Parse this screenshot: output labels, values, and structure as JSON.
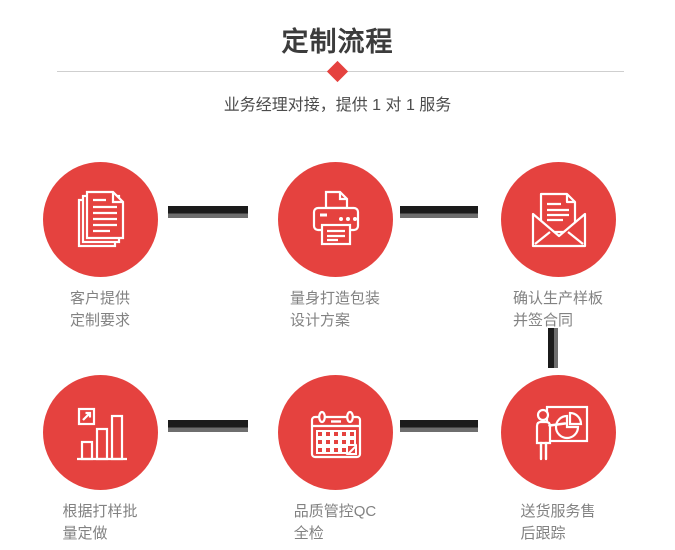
{
  "page": {
    "title": "定制流程",
    "subtitle": "业务经理对接，提供 1 对 1 服务"
  },
  "steps": [
    {
      "icon": "documents-icon",
      "line1": "客户提供",
      "line2": "定制要求"
    },
    {
      "icon": "printer-icon",
      "line1": "量身打造包装",
      "line2": "设计方案"
    },
    {
      "icon": "envelope-icon",
      "line1": "确认生产样板",
      "line2": "并签合同"
    },
    {
      "icon": "bar-chart-icon",
      "line1": "根据打样批",
      "line2": "量定做"
    },
    {
      "icon": "calendar-icon",
      "line1": "品质管控QC",
      "line2": "全检"
    },
    {
      "icon": "presentation-icon",
      "line1": "送货服务售",
      "line2": "后跟踪"
    }
  ],
  "colors": {
    "accent_red": "#E5423F",
    "connector_dark": "#1B1B1B",
    "connector_gray": "#6E6E6E",
    "divider_gray": "#CFCFCF",
    "title_text": "#3C3C3C",
    "subtitle_text": "#4C4C4C",
    "label_text": "#828282",
    "icon_stroke": "#FFFFFF"
  }
}
